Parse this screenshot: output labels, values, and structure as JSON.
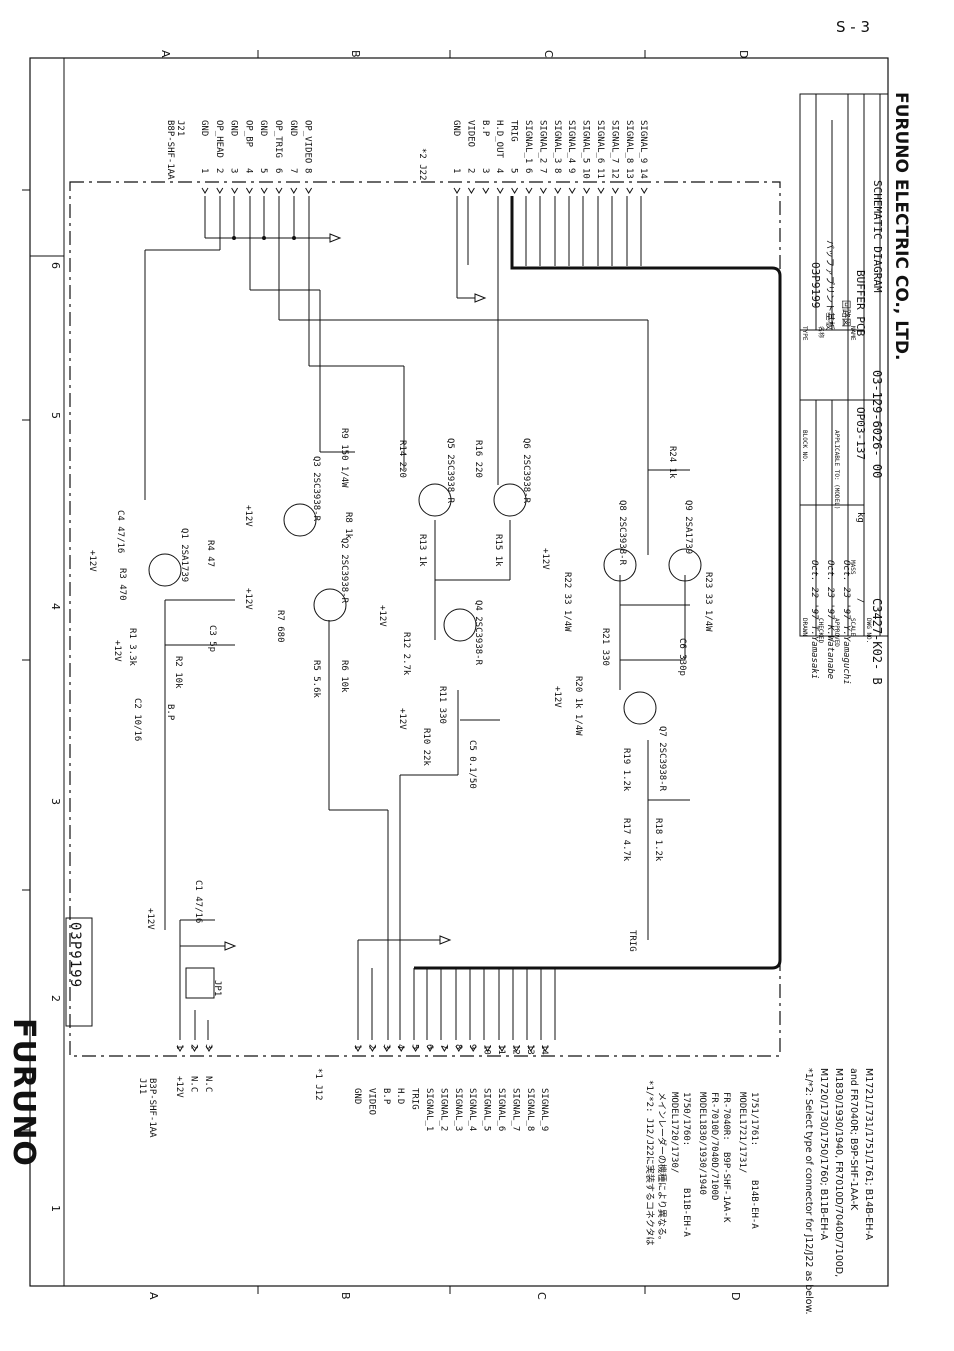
{
  "page": {
    "sheet_label": "S - 3",
    "brand": "FURUNO",
    "pcb_stamp": "03P9199"
  },
  "grid": {
    "rows": [
      "A",
      "B",
      "C",
      "D"
    ],
    "cols": [
      "1",
      "2",
      "3",
      "4",
      "5",
      "6"
    ]
  },
  "connectors": {
    "j21": {
      "ref": "J21",
      "type": "B8P-SHF-1AA",
      "pins": [
        {
          "n": "1",
          "name": "GND"
        },
        {
          "n": "2",
          "name": "OP_HEAD"
        },
        {
          "n": "3",
          "name": "GND"
        },
        {
          "n": "4",
          "name": "OP_BP"
        },
        {
          "n": "5",
          "name": "GND"
        },
        {
          "n": "6",
          "name": "OP_TRIG"
        },
        {
          "n": "7",
          "name": "GND"
        },
        {
          "n": "8",
          "name": "OP_VIDEO"
        }
      ]
    },
    "j22": {
      "ref": "*2 J22",
      "pins": [
        {
          "n": "1",
          "name": "GND"
        },
        {
          "n": "2",
          "name": "VIDEO"
        },
        {
          "n": "3",
          "name": "B.P"
        },
        {
          "n": "4",
          "name": "H.D_OUT"
        },
        {
          "n": "5",
          "name": "TRIG"
        },
        {
          "n": "6",
          "name": "SIGNAL_1"
        },
        {
          "n": "7",
          "name": "SIGNAL_2"
        },
        {
          "n": "8",
          "name": "SIGNAL_3"
        },
        {
          "n": "9",
          "name": "SIGNAL_4"
        },
        {
          "n": "10",
          "name": "SIGNAL_5"
        },
        {
          "n": "11",
          "name": "SIGNAL_6"
        },
        {
          "n": "12",
          "name": "SIGNAL_7"
        },
        {
          "n": "13",
          "name": "SIGNAL_8"
        },
        {
          "n": "14",
          "name": "SIGNAL_9"
        }
      ]
    },
    "j11": {
      "ref": "J11",
      "type": "B3P-SHF-1AA",
      "pins": [
        {
          "n": "1",
          "name": "+12V"
        },
        {
          "n": "2",
          "name": "N.C"
        },
        {
          "n": "3",
          "name": "N.C"
        }
      ]
    },
    "j12": {
      "ref": "*1 J12",
      "pins": [
        {
          "n": "1",
          "name": "GND"
        },
        {
          "n": "2",
          "name": "VIDEO"
        },
        {
          "n": "3",
          "name": "B.P"
        },
        {
          "n": "4",
          "name": "H.D"
        },
        {
          "n": "5",
          "name": "TRIG"
        },
        {
          "n": "6",
          "name": "SIGNAL_1"
        },
        {
          "n": "7",
          "name": "SIGNAL_2"
        },
        {
          "n": "8",
          "name": "SIGNAL_3"
        },
        {
          "n": "9",
          "name": "SIGNAL_4"
        },
        {
          "n": "10",
          "name": "SIGNAL_5"
        },
        {
          "n": "11",
          "name": "SIGNAL_6"
        },
        {
          "n": "12",
          "name": "SIGNAL_7"
        },
        {
          "n": "13",
          "name": "SIGNAL_8"
        },
        {
          "n": "14",
          "name": "SIGNAL_9"
        }
      ]
    }
  },
  "components": {
    "q1": "Q1 2SA1739",
    "q2": "Q2 2SC3938-R",
    "q3": "Q3 2SC3938-R",
    "q4": "Q4 2SC3938-R",
    "q5": "Q5 2SC3938-R",
    "q6": "Q6 2SC3938-R",
    "q7": "Q7 2SC3938-R",
    "q8": "Q8 2SC3938-R",
    "q9": "Q9 2SA1739",
    "c1": "C1 47/16",
    "c2": "C2 10/16",
    "c3": "C3 5p",
    "c4": "C4 47/16",
    "c5": "C5 0.1/50",
    "c6": "C6 330p",
    "r1": "R1 3.3k",
    "r2": "R2 10k",
    "r3": "R3 470",
    "r4": "R4 47",
    "r5": "R5 5.6k",
    "r6": "R6 10k",
    "r7": "R7 680",
    "r8": "R8 1k",
    "r9": "R9 150 1/4W",
    "r10": "R10 22k",
    "r11": "R11 330",
    "r12": "R12 2.7k",
    "r13": "R13 1k",
    "r14": "R14 220",
    "r15": "R15 1k",
    "r16": "R16 220",
    "r17": "R17 4.7k",
    "r18": "R18 1.2k",
    "r19": "R19 1.2k",
    "r20": "R20 1k 1/4W",
    "r21": "R21 330",
    "r22": "R22 33 1/4W",
    "r23": "R23 33 1/4W",
    "r24": "R24 1k",
    "jp1": "JP1",
    "v12": "+12V",
    "bp": "B.P",
    "trig": "TRIG"
  },
  "notes_jp": {
    "title": "*1/*2: J12/J22に実装するコネクタは",
    "line2": "メインレーダーの機種により異なる。",
    "m1": "MODEL1720/1730/",
    "m1b": "1750/1760:",
    "m1c": "B11B-EH-A",
    "m2": "MODEL1830/1930/1940",
    "m2b": "FR-7010D/7040D/7100D",
    "m2c": "FR-7040R:",
    "m2d": "B9P-SHF-1AA-K",
    "m3": "MODEL1721/1731/",
    "m3b": "1751/1761:",
    "m3c": "B14B-EH-A"
  },
  "notes_en": [
    "*1/*2: Select type of connector for J12/J22 as below.",
    "M1720/1730/1750/1760; B11B-EH-A",
    "M1830/1930/1940, FR7010D/7040D/7100D,",
    "and FR7040R; B9P-SHF-1AA-K",
    "M1721/1731/1751/1761; B14B-EH-A"
  ],
  "title_block": {
    "drawn_label": "DRAWN",
    "drawn_sig": "Oct. 22 '97 T.Yamasaki",
    "checked_label": "CHECKED",
    "checked_sig": "Oct. 23 '97 K.Watanabe",
    "approved_label": "APPROVED",
    "approved_sig": "Oct. 23 '97 Y.Yamaguchi",
    "scale_label": "SCALE",
    "scale_val": "/",
    "mass_label": "MASS",
    "mass_unit": "kg",
    "dwg_label": "DWG NO.",
    "dwg_no": "C3427-K02- B",
    "type_label": "TYPE",
    "type_val": "03P9199",
    "name_jp_label": "名称",
    "name_jp": "バッファプリント基板",
    "name_jp2": "回路図",
    "name_label": "NAME",
    "name_val": "BUFFER PCB",
    "name_val2": "SCHEMATIC DIAGRAM",
    "block_label": "BLOCK NO.",
    "applicable_label": "APPLICABLE TO: (MODEL)",
    "applicable_val": "OP03-137",
    "code_no": "03-129-6026- 00",
    "company": "FURUNO ELECTRIC CO., LTD."
  }
}
